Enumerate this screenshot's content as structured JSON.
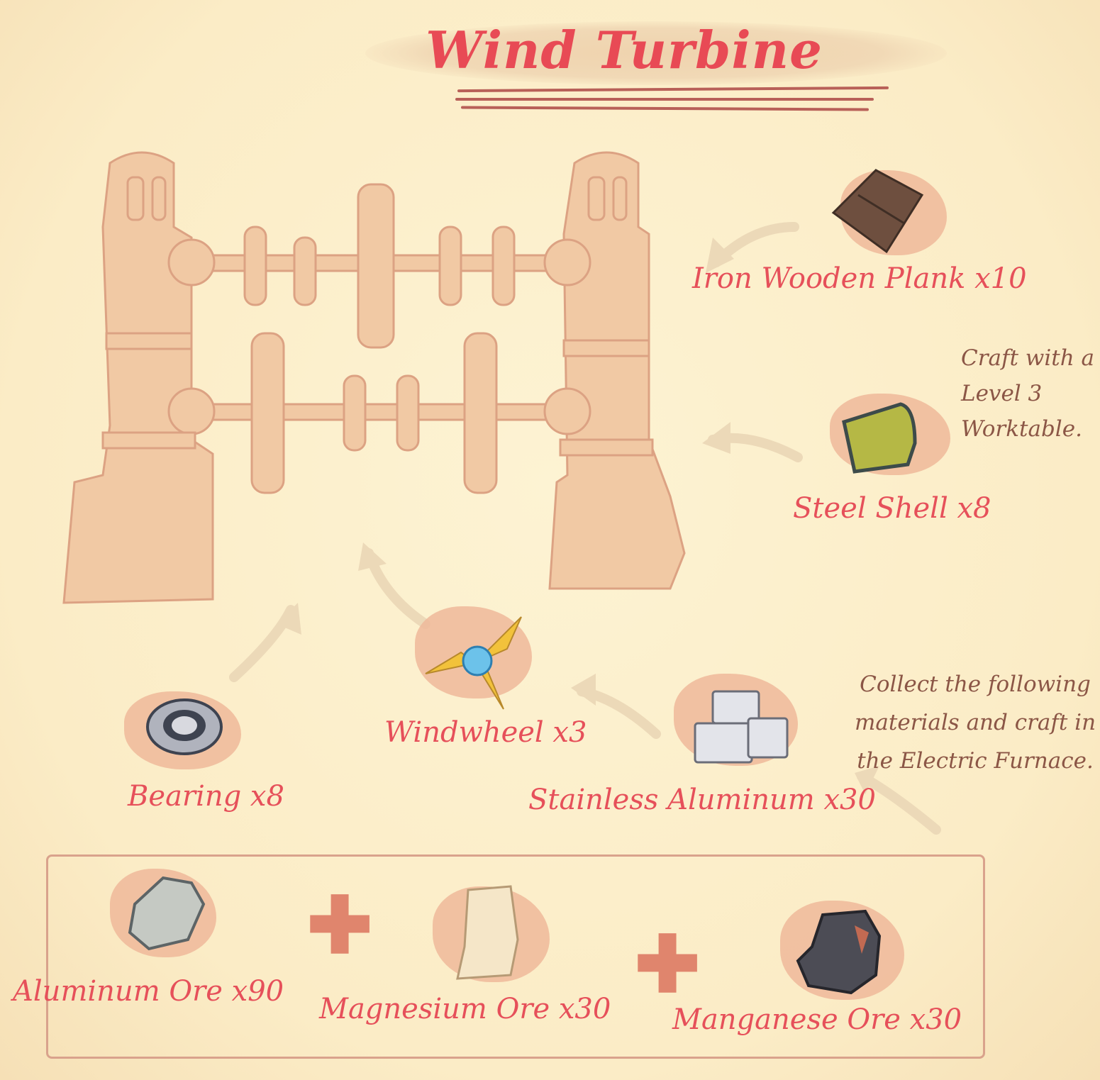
{
  "title": "Wind Turbine",
  "items": {
    "iron_wooden_plank": "Iron Wooden Plank x10",
    "steel_shell": "Steel Shell x8",
    "windwheel": "Windwheel x3",
    "bearing": "Bearing x8",
    "stainless_aluminum": "Stainless Aluminum x30",
    "aluminum_ore": "Aluminum Ore x90",
    "magnesium_ore": "Magnesium Ore x30",
    "manganese_ore": "Manganese Ore x30"
  },
  "notes": {
    "worktable": [
      "Craft with a",
      "Level 3",
      "Worktable."
    ],
    "furnace": [
      "Collect the following",
      "materials and craft in",
      "the Electric Furnace."
    ]
  },
  "colors": {
    "label": "#e6505a",
    "note": "#8b5646",
    "background": "#fbecc6",
    "sketch": "#f1c9a4"
  }
}
